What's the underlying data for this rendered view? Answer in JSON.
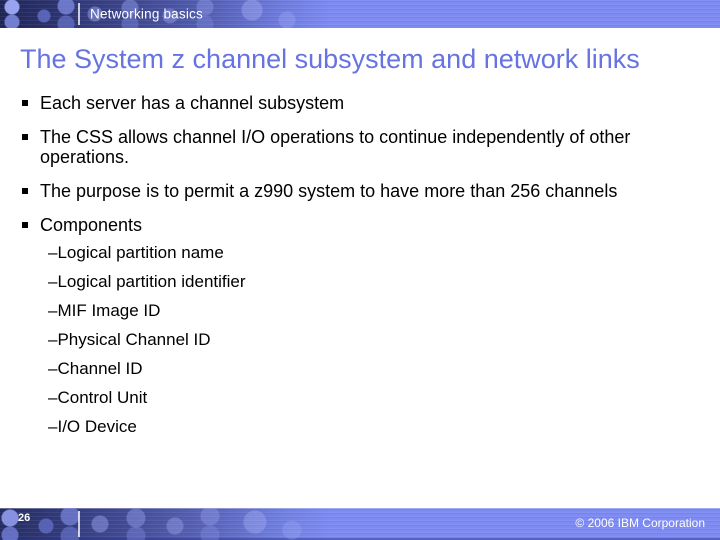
{
  "header": {
    "title": "Networking basics"
  },
  "slide": {
    "title": "The System z channel subsystem and network links",
    "bullets": [
      "Each server has a channel subsystem",
      "The CSS allows channel I/O operations to continue independently of other operations.",
      "The purpose is to permit a z990 system to have more than 256 channels",
      "Components"
    ],
    "sub_bullet_prefix": "–",
    "sub_bullets": [
      "Logical partition name",
      "Logical partition identifier",
      "MIF Image ID",
      "Physical Channel ID",
      "Channel ID",
      "Control Unit",
      "I/O Device"
    ]
  },
  "footer": {
    "page_number": "26",
    "copyright": "© 2006 IBM Corporation"
  },
  "colors": {
    "banner_solid": "#7e8bf2",
    "banner_dark": "#1f2657",
    "title_text": "#6673e2",
    "body_text": "#000000",
    "banner_text": "#ffffff"
  }
}
